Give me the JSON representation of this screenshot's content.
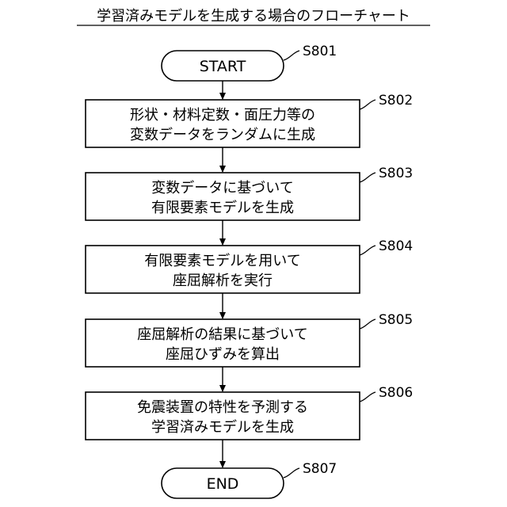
{
  "title": "学習済みモデルを生成する場合のフローチャート",
  "start": {
    "label": "START",
    "step": "S801"
  },
  "end": {
    "label": "END",
    "step": "S807"
  },
  "process_steps": [
    {
      "id": "S802",
      "line1": "形状・材料定数・面圧力等の",
      "line2": "変数データをランダムに生成"
    },
    {
      "id": "S803",
      "line1": "変数データに基づいて",
      "line2": "有限要素モデルを生成"
    },
    {
      "id": "S804",
      "line1": "有限要素モデルを用いて",
      "line2": "座屈解析を実行"
    },
    {
      "id": "S805",
      "line1": "座屈解析の結果に基づいて",
      "line2": "座屈ひずみを算出"
    },
    {
      "id": "S806",
      "line1": "免震装置の特性を予測する",
      "line2": "学習済みモデルを生成"
    }
  ]
}
